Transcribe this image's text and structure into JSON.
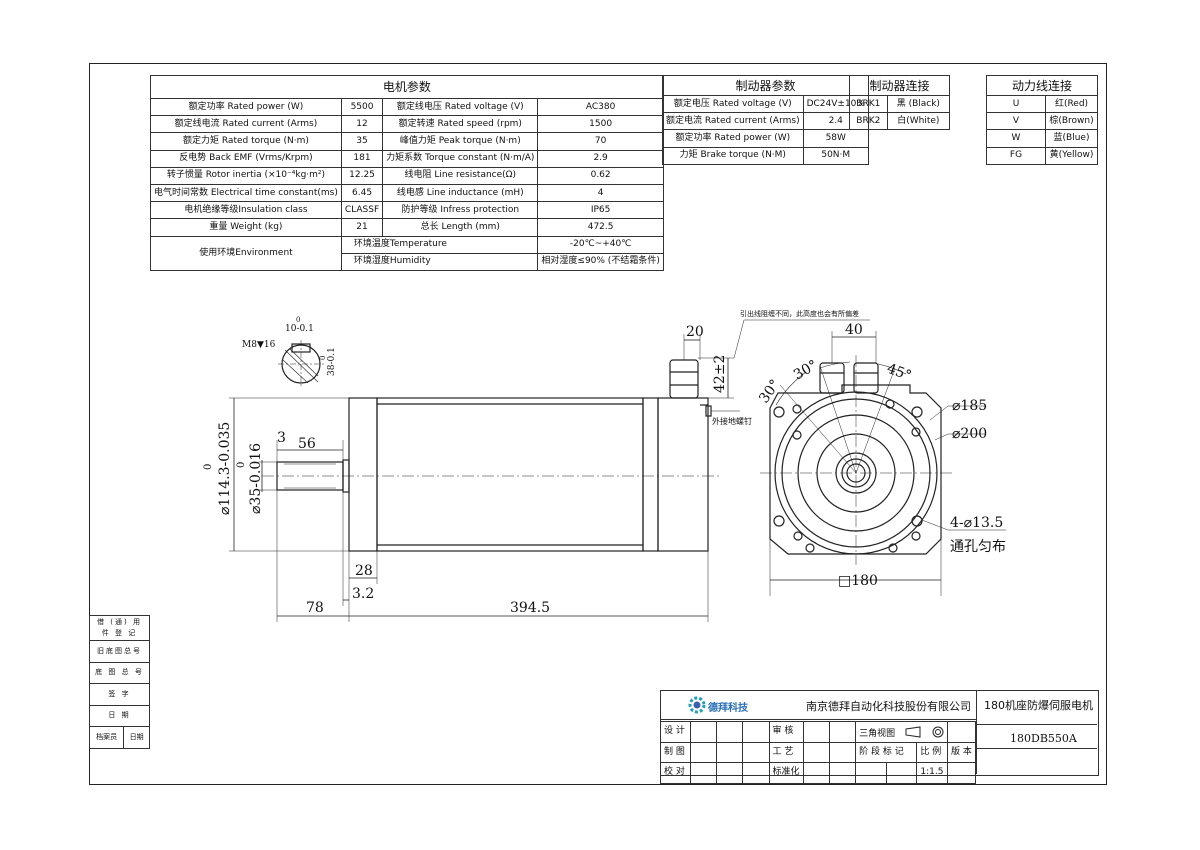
{
  "motor_params": {
    "title": "电机参数",
    "rows": [
      {
        "l1": "额定功率 Rated power (W)",
        "v1": "5500",
        "l2": "额定线电压 Rated voltage (V)",
        "v2": "AC380"
      },
      {
        "l1": "额定线电流 Rated current (Arms)",
        "v1": "12",
        "l2": "额定转速 Rated speed (rpm)",
        "v2": "1500"
      },
      {
        "l1": "额定力矩 Rated torque (N·m)",
        "v1": "35",
        "l2": "峰值力矩 Peak torque (N·m)",
        "v2": "70"
      },
      {
        "l1": "反电势 Back EMF (Vrms/Krpm)",
        "v1": "181",
        "l2": "力矩系数 Torque constant (N·m/A)",
        "v2": "2.9"
      },
      {
        "l1": "转子惯量 Rotor inertia (×10⁻⁴kg·m²)",
        "v1": "12.25",
        "l2": "线电阻 Line resistance(Ω)",
        "v2": "0.62"
      },
      {
        "l1": "电气时间常数 Electrical time constant(ms)",
        "v1": "6.45",
        "l2": "线电感 Line inductance (mH)",
        "v2": "4"
      },
      {
        "l1": "电机绝缘等级Insulation class",
        "v1": "CLASSF",
        "l2": "防护等级 Infress protection",
        "v2": "IP65"
      },
      {
        "l1": "重量 Weight (kg)",
        "v1": "21",
        "l2": "总长 Length (mm)",
        "v2": "472.5"
      }
    ],
    "env_label": "使用环境Environment",
    "env_rows": [
      {
        "k": "环境温度Temperature",
        "v": "-20℃~+40℃"
      },
      {
        "k": "环境湿度Humidity",
        "v": "相对湿度≤90% (不结霜条件)"
      }
    ]
  },
  "brake_params": {
    "title": "制动器参数",
    "rows": [
      {
        "k": "额定电压 Rated voltage (V)",
        "v": "DC24V±10%"
      },
      {
        "k": "额定电流 Rated current (Arms)",
        "v": "2.4"
      },
      {
        "k": "额定功率 Rated power (W)",
        "v": "58W"
      },
      {
        "k": "力矩 Brake torque (N·M)",
        "v": "50N·M"
      }
    ]
  },
  "brake_wiring": {
    "title": "制动器连接",
    "rows": [
      {
        "k": "BRK1",
        "v": "黑 (Black)"
      },
      {
        "k": "BRK2",
        "v": "白(White)"
      }
    ]
  },
  "power_wiring": {
    "title": "动力线连接",
    "rows": [
      {
        "k": "U",
        "v": "红(Red)"
      },
      {
        "k": "V",
        "v": "棕(Brown)"
      },
      {
        "k": "W",
        "v": "蓝(Blue)"
      },
      {
        "k": "FG",
        "v": "黄(Yellow)"
      }
    ]
  },
  "left_strip": [
    "借 (通) 用",
    "件 登 记",
    "旧底图总号",
    "底 图 总 号",
    "签 字",
    "日 期",
    "档案员",
    "日期"
  ],
  "title_block": {
    "logo_text": "德拜科技",
    "company": "南京德拜自动化科技股份有限公司",
    "product_title": "180机座防爆伺服电机",
    "model": "180DB550A",
    "design": "设 计",
    "drawing": "制 图",
    "check": "校 对",
    "review": "审 核",
    "process": "工 艺",
    "standard": "标准化",
    "projection": "三角视图",
    "stage_label": "阶 段 标 记",
    "scale_label": "比 例",
    "version_label": "版 本",
    "scale": "1:1.5"
  },
  "drawing": {
    "dims": {
      "shaft_key": "M8▼16",
      "key_w": "10-0.1",
      "key_w_top": "0",
      "key_d": "38-0.1",
      "key_d_top": "0",
      "d_spigot": "⌀114.3-0.035",
      "d_spigot_top": "0",
      "d_shaft": "⌀35-0.016",
      "d_shaft_top": "0",
      "step3": "3",
      "len56": "56",
      "len28": "28",
      "len32": "3.2",
      "len78": "78",
      "len3945": "394.5",
      "w20": "20",
      "h42": "42±2",
      "w40": "40",
      "ang30a": "30°",
      "ang30b": "30°",
      "ang45": "45°",
      "d185": "⌀185",
      "d200": "⌀200",
      "holes": "4-⌀13.5",
      "holes_note": "通孔匀布",
      "sq180": "□180",
      "note_cable": "引出线阻缠不同，此高度也会有所偏差",
      "note_ground": "外接地螺钉"
    }
  }
}
